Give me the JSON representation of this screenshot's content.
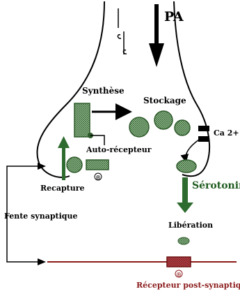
{
  "labels": {
    "pa": "PA",
    "synthese": "Synthèse",
    "stockage": "Stockage",
    "calcium": "Ca 2+",
    "auto_recepteur": "Auto-récepteur",
    "recapture": "Recapture",
    "serotonine": "Sérotonine",
    "fente": "Fente synaptique",
    "liberation": "Libération",
    "recepteur_post": "Récepteur post-synaptique",
    "registered_mark_1": "®",
    "registered_mark_2": "®"
  },
  "colors": {
    "line": "#000000",
    "vesicle_fill": "#9dc49a",
    "vesicle_stroke": "#2d5a2a",
    "arrow_green": "#2e6b2e",
    "serotonine_text": "#1f5c1f",
    "membrane_post": "#8b1a1a",
    "receptor_fill": "#c0505a",
    "post_label": "#8b1a1a"
  }
}
